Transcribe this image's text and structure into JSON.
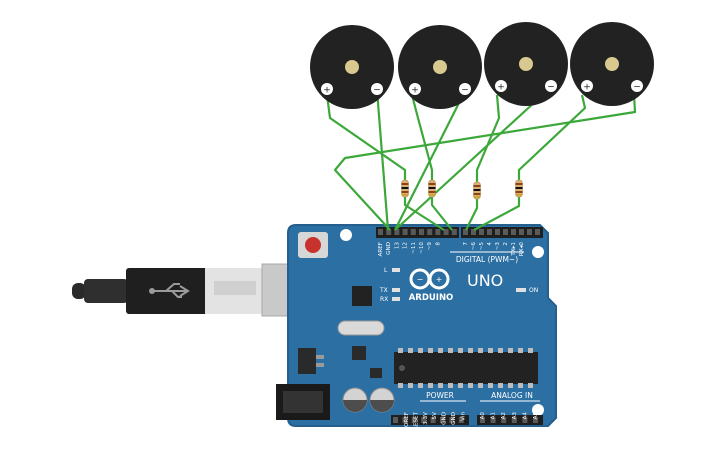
{
  "board": {
    "brand": "ARDUINO",
    "model": "UNO",
    "digital_header_label": "DIGITAL (PWM~)",
    "analog_header_label": "ANALOG IN",
    "power_header_label": "POWER",
    "on_label": "ON",
    "led_l_label": "L",
    "led_tx_label": "TX",
    "led_rx_label": "RX",
    "digital_pins_left": [
      "AREF",
      "GND",
      "13",
      "12",
      "~11",
      "~10",
      "~9",
      "8"
    ],
    "digital_pins_right": [
      "7",
      "~6",
      "~5",
      "4",
      "~3",
      "2",
      "TX▸1",
      "RX◂0"
    ],
    "power_pins": [
      "IOREF",
      "RESET",
      "3.3V",
      "5V",
      "GND",
      "GND",
      "Vin"
    ],
    "analog_pins": [
      "A0",
      "A1",
      "A2",
      "A3",
      "A4",
      "A5"
    ],
    "colors": {
      "board": "#2b6fa3",
      "board_edge": "#245f8d",
      "header": "#1f1f1f",
      "chip": "#222222",
      "reset": "#c8322c"
    }
  },
  "buzzers": [
    {
      "plus_label": "+",
      "minus_label": "−"
    },
    {
      "plus_label": "+",
      "minus_label": "−"
    },
    {
      "plus_label": "+",
      "minus_label": "−"
    },
    {
      "plus_label": "+",
      "minus_label": "−"
    }
  ],
  "wires": {
    "color": "#3ca83a"
  },
  "usb": {
    "icon": "usb-icon"
  }
}
